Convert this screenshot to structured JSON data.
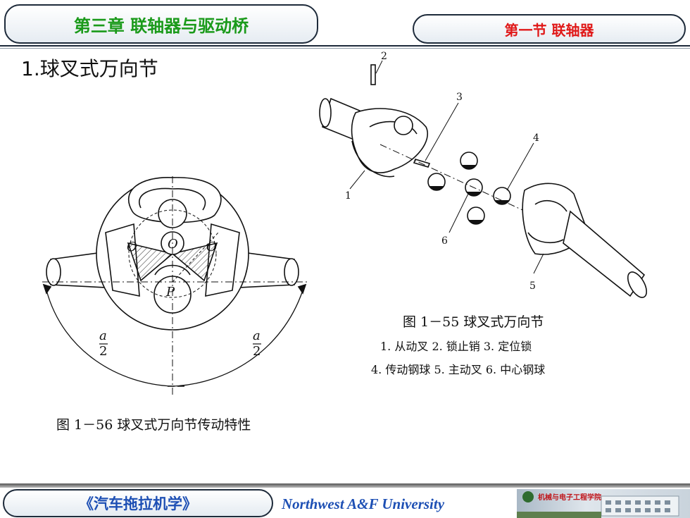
{
  "header": {
    "chapter": "第三章 联轴器与驱动桥",
    "section": "第一节 联轴器"
  },
  "slide_title": "1.球叉式万向节",
  "figure_55": {
    "caption": "图 1－55 球叉式万向节",
    "legend_line1": "1. 从动叉 2. 锁止销 3. 定位锁",
    "legend_line2": "4. 传动钢球 5. 主动叉 6. 中心钢球",
    "callouts": [
      "1",
      "2",
      "3",
      "4",
      "5",
      "6"
    ]
  },
  "figure_56": {
    "caption": "图 1－56 球叉式万向节传动特性",
    "labels": {
      "o1": "O",
      "o": "O",
      "o2": "O",
      "p": "P",
      "half_angle_num": "a",
      "half_angle_den": "2"
    }
  },
  "footer": {
    "book": "《汽车拖拉机学》",
    "university": "Northwest A&F University",
    "logo_text": "机械与电子工程学院"
  },
  "colors": {
    "chapter_text": "#1a9a1a",
    "section_text": "#e01818",
    "footer_text": "#1d4fb4"
  }
}
